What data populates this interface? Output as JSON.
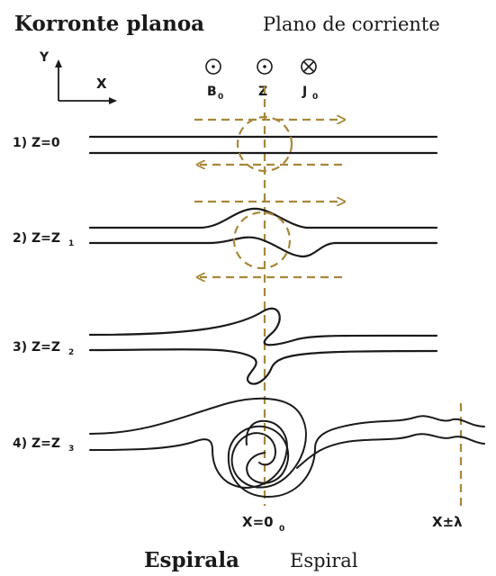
{
  "title": {
    "basque": "Korronte planoa",
    "spanish": "Plano de corriente"
  },
  "footer": {
    "basque": "Espirala",
    "spanish": "Espiral"
  },
  "axes": {
    "y": "Y",
    "x": "X"
  },
  "symbols": [
    {
      "name": "B",
      "sub": "0",
      "icon": "dot-circle-icon"
    },
    {
      "name": "Z",
      "sub": "",
      "icon": "dot-circle-icon"
    },
    {
      "name": "J",
      "sub": "0",
      "icon": "cross-circle-icon"
    }
  ],
  "stages": [
    {
      "label": "1) Z=0",
      "sub": ""
    },
    {
      "label": "2) Z=Z",
      "sub": "1"
    },
    {
      "label": "3) Z=Z",
      "sub": "2"
    },
    {
      "label": "4) Z=Z",
      "sub": "3"
    }
  ],
  "bottom_labels": {
    "x0": "X=0",
    "x0_sub": "0",
    "xlambda": "X±λ"
  },
  "colors": {
    "dashed": "#a8873a",
    "ink": "#1a1a1a",
    "background": "#ffffff"
  }
}
